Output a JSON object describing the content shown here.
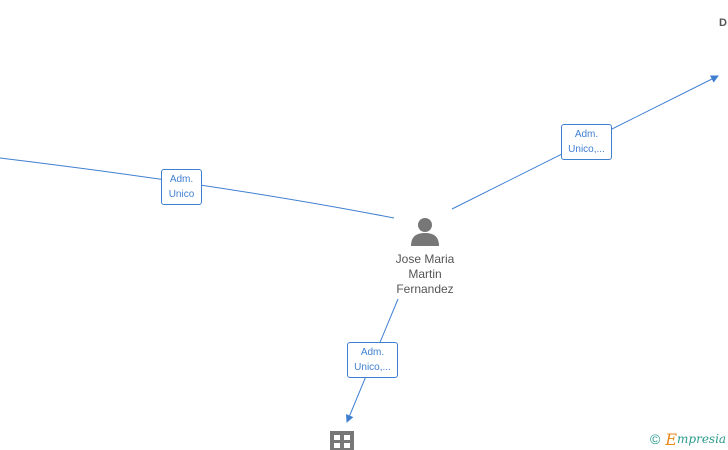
{
  "nodes": {
    "person": {
      "name_lines": [
        "Jose Maria",
        "Martin",
        "Fernandez"
      ]
    },
    "right_partial_label": "D",
    "company": {
      "icon": "building-icon"
    }
  },
  "edges": {
    "left": {
      "label_lines": [
        "Adm.",
        "Unico"
      ]
    },
    "upper_right": {
      "label_lines": [
        "Adm.",
        "Unico,..."
      ]
    },
    "down": {
      "label_lines": [
        "Adm.",
        "Unico,..."
      ]
    }
  },
  "brand": {
    "copyright_symbol": "©",
    "logo_first_letter": "E",
    "logo_rest": "mpresia"
  },
  "colors": {
    "edge": "#3f7fd0",
    "node_icon": "#777777",
    "text": "#555555",
    "brand_orange": "#e8891b",
    "brand_teal": "#2a9a8c"
  }
}
